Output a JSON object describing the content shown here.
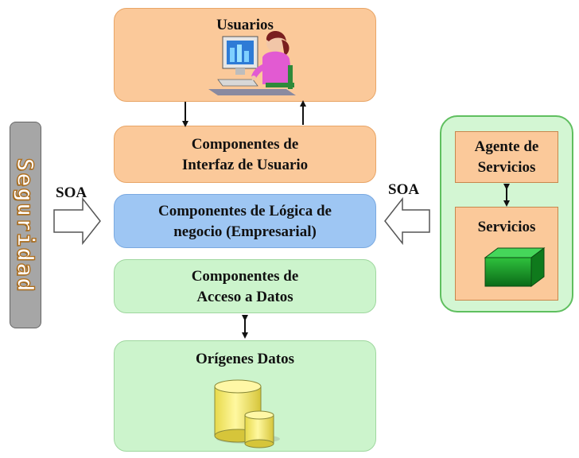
{
  "side": {
    "seguridad": "Seguridad",
    "soa_left": "SOA",
    "soa_right": "SOA"
  },
  "center": {
    "usuarios": "Usuarios",
    "interfaz": [
      "Componentes de",
      "Interfaz de Usuario"
    ],
    "logica": [
      "Componentes de Lógica de",
      "negocio (Empresarial)"
    ],
    "acceso": [
      "Componentes de",
      "Acceso a Datos"
    ],
    "origenes": "Orígenes Datos"
  },
  "services": {
    "agente": [
      "Agente de",
      "Servicios"
    ],
    "servicios": "Servicios"
  },
  "colors": {
    "orange": "#fbc99a",
    "blue": "#9ec6f3",
    "green": "#ccf4cc",
    "cylinder": "#f4ea5e",
    "cube": "#1f9a2e"
  }
}
